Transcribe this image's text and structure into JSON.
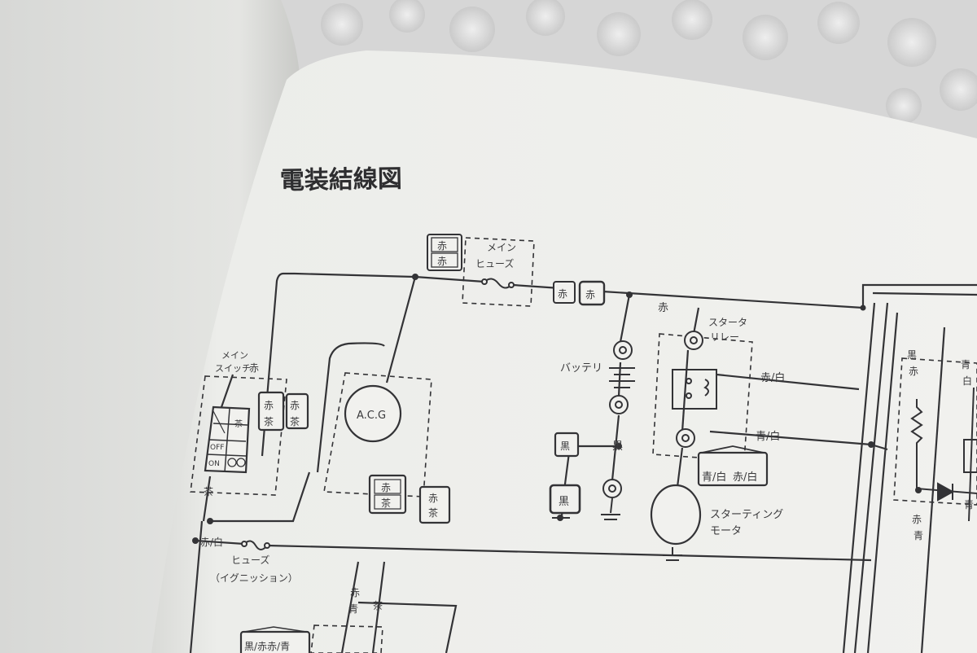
{
  "title": "電装結線図",
  "components": {
    "main_fuse": "メイン\nヒューズ",
    "main_switch": "メイン\nスイッチ",
    "acg": "A.C.G",
    "battery": "バッテリ",
    "starter_relay": "スタータ\nリレー",
    "starting_motor": "スターティング\nモータ",
    "ignition_fuse": "ヒューズ\n（イグニッション）"
  },
  "switch": {
    "off": "OFF",
    "on": "ON"
  },
  "wire_labels": {
    "red": "赤",
    "brown": "茶",
    "black": "黒",
    "blue": "青",
    "red_white": "赤/白",
    "blue_white": "青/白",
    "black_red": "黒\n赤",
    "red_blue": "赤\n青",
    "blue_white_v": "青\n白"
  },
  "connectors": {
    "fuse_conn": [
      "赤",
      "赤"
    ],
    "switch_conn": [
      "赤",
      "茶"
    ],
    "acg_conn": [
      "赤",
      "茶"
    ],
    "black_conn": "黒",
    "relay_conn": [
      "青/白",
      "赤/白"
    ],
    "bottom_conn": "黒/赤赤/青"
  }
}
